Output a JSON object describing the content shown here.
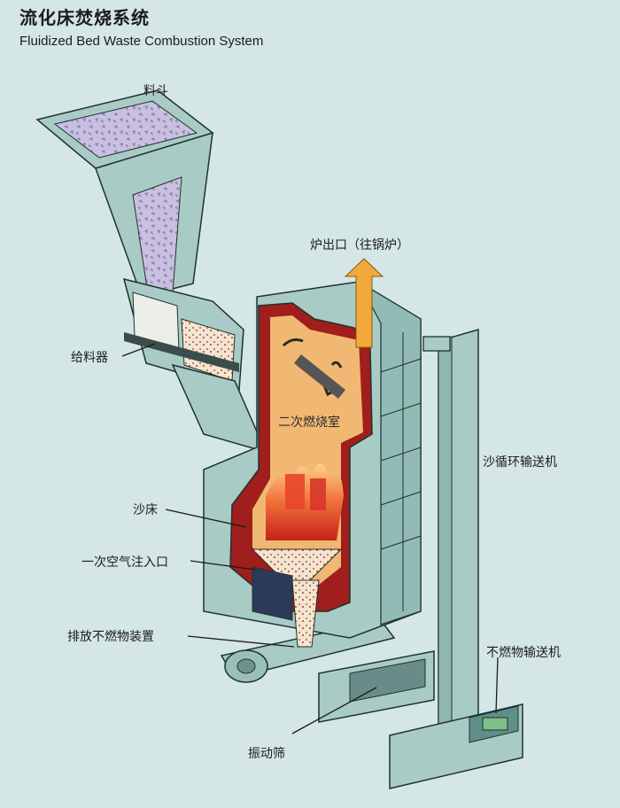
{
  "header": {
    "title": "流化床焚烧系统",
    "subtitle": "Fluidized Bed Waste Combustion System"
  },
  "labels": {
    "hopper": "料斗",
    "furnace_outlet": "炉出口（往锅炉）",
    "feeder": "给料器",
    "secondary_chamber": "二次燃烧室",
    "sand_conveyor": "沙循环输送机",
    "sand_bed": "沙床",
    "primary_air_inlet": "一次空气注入口",
    "discharge_device": "排放不燃物装置",
    "noncombustible_conveyor": "不燃物输送机",
    "vibrating_screen": "振动筛"
  },
  "colors": {
    "background": "#d4e6e5",
    "structure": "#a9cbc5",
    "furnace_wall": "#a01e1c",
    "furnace_interior": "#f1b873",
    "flame": "#e8452a",
    "outlet_arrow": "#f0a93a"
  }
}
